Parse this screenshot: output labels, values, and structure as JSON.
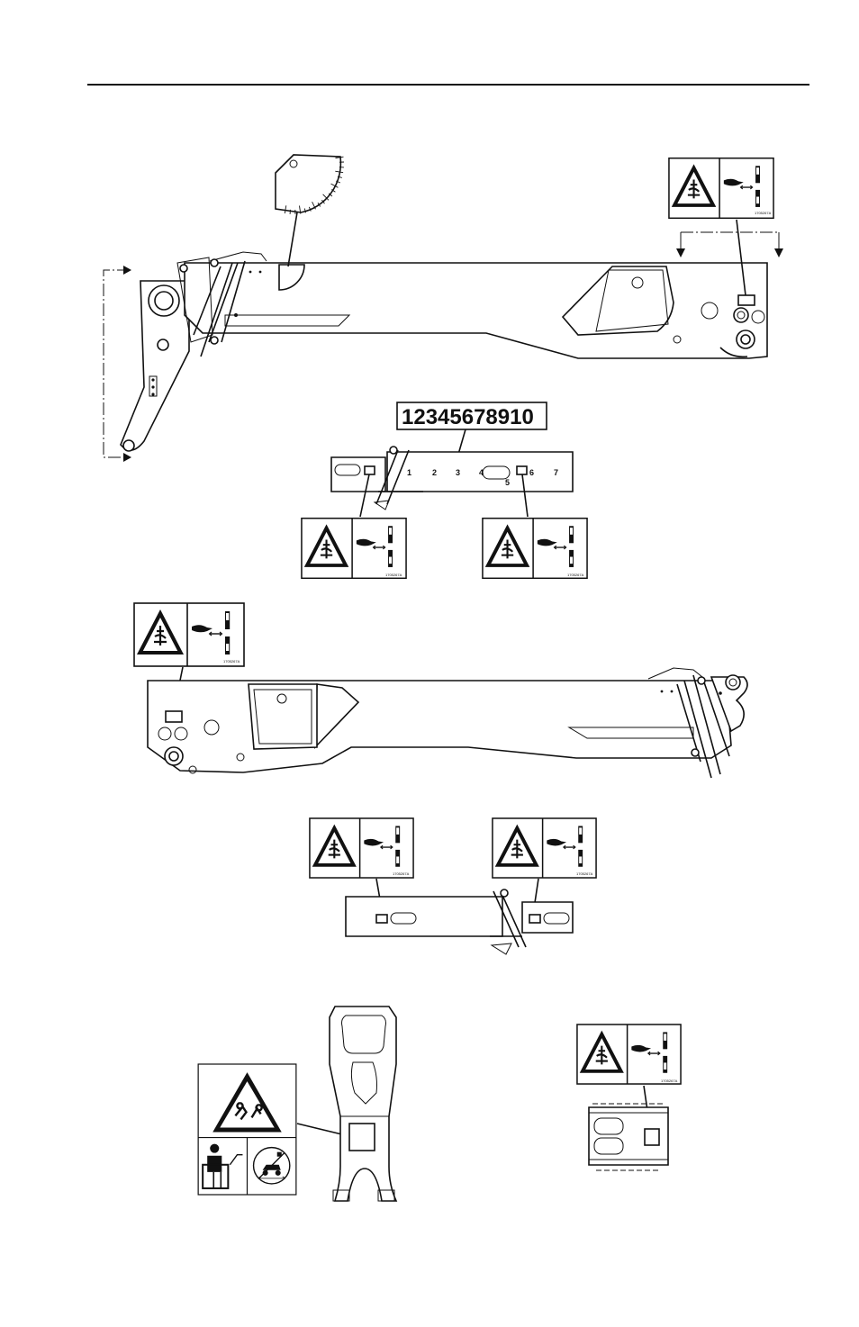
{
  "boom_sequence": {
    "banner": "12345678910",
    "marks": [
      "1",
      "2",
      "3",
      "4",
      "5",
      "6",
      "7"
    ]
  },
  "decals": {
    "crush_code": "1705267A"
  }
}
